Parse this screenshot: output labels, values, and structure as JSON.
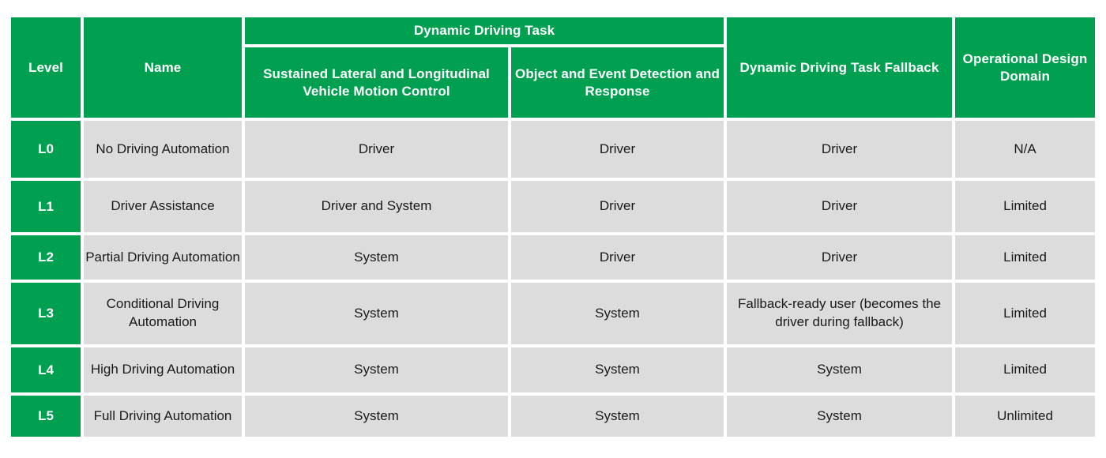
{
  "table": {
    "accent_color": "#00a050",
    "cell_color": "#dcdcdc",
    "header_text_color": "#ffffff",
    "body_text_color": "#1a1a1a",
    "headers": {
      "level": "Level",
      "name": "Name",
      "ddt_group": "Dynamic Driving Task",
      "ddt_motion_control": "Sustained Lateral and Longitudinal Vehicle Motion Control",
      "ddt_oedr": "Object and Event Detection and Response",
      "ddt_fallback": "Dynamic Driving Task Fallback",
      "odd": "Operational Design Domain"
    },
    "rows": [
      {
        "level": "L0",
        "name": "No Driving Automation",
        "motion_control": "Driver",
        "oedr": "Driver",
        "fallback": "Driver",
        "odd": "N/A"
      },
      {
        "level": "L1",
        "name": "Driver Assistance",
        "motion_control": "Driver and System",
        "oedr": "Driver",
        "fallback": "Driver",
        "odd": "Limited"
      },
      {
        "level": "L2",
        "name": "Partial Driving Automation",
        "motion_control": "System",
        "oedr": "Driver",
        "fallback": "Driver",
        "odd": "Limited"
      },
      {
        "level": "L3",
        "name": "Conditional Driving Automation",
        "motion_control": "System",
        "oedr": "System",
        "fallback": "Fallback-ready user (becomes the driver during fallback)",
        "odd": "Limited"
      },
      {
        "level": "L4",
        "name": "High Driving Automation",
        "motion_control": "System",
        "oedr": "System",
        "fallback": "System",
        "odd": "Limited"
      },
      {
        "level": "L5",
        "name": "Full Driving Automation",
        "motion_control": "System",
        "oedr": "System",
        "fallback": "System",
        "odd": "Unlimited"
      }
    ]
  }
}
